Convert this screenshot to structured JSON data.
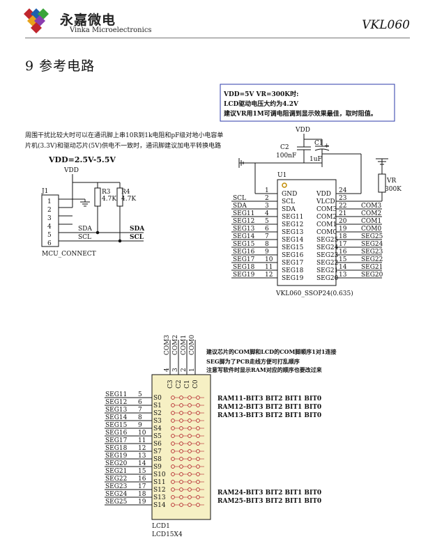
{
  "header": {
    "brand_cn": "永嘉微电",
    "brand_en": "Vinka Microelectronics",
    "model": "VKL060"
  },
  "section_title": "9 参考电路",
  "note_box": [
    "VDD=5V VR=300K时:",
    "LCD驱动电压大约为4.2V",
    "建议VR用1M可调电阻调到显示效果最佳，取时阻值。"
  ],
  "mcu_note": [
    "周围干扰比较大时可以在通讯脚上串10R到1k电阻和pF级对地小电容单",
    "片机(3.3V)和驱动芯片(5V)供电不一致时，通讯脚建议加电平转换电路"
  ],
  "vdd_range": "VDD=2.5V-5.5V",
  "mcu": {
    "vdd": "VDD",
    "j1": "J1",
    "pins": [
      "1",
      "2",
      "3",
      "4",
      "5",
      "6"
    ],
    "name": "MCU_CONNECT",
    "r3": "R3",
    "r3v": "4.7K",
    "r4": "R4",
    "r4v": "4.7K",
    "sda_in": "SDA",
    "scl_in": "SCL",
    "sda_out": "SDA",
    "scl_out": "SCL"
  },
  "ic": {
    "vdd": "VDD",
    "c2": "C2",
    "c2v": "100nF",
    "c1": "C1",
    "c1v": "1uF",
    "plus": "+",
    "u1": "U1",
    "part": "VKL060_SSOP24(0.635)",
    "vr": "VR",
    "vrv": "300K",
    "left_nets": [
      "",
      "SCL",
      "SDA",
      "SEG11",
      "SEG12",
      "SEG13",
      "SEG14",
      "SEG15",
      "SEG16",
      "SEG17",
      "SEG18",
      "SEG19"
    ],
    "left_nums": [
      "1",
      "2",
      "3",
      "4",
      "5",
      "6",
      "7",
      "8",
      "9",
      "10",
      "11",
      "12"
    ],
    "left_pins": [
      "GND",
      "SCL",
      "SDA",
      "SEG11",
      "SEG12",
      "SEG13",
      "SEG14",
      "SEG15",
      "SEG16",
      "SEG17",
      "SEG18",
      "SEG19"
    ],
    "right_pins": [
      "VDD",
      "VLCD",
      "COM3",
      "COM2",
      "COM1",
      "COM0",
      "SEG25",
      "SEG24",
      "SEG23",
      "SEG22",
      "SEG21",
      "SEG20"
    ],
    "right_nums": [
      "24",
      "23",
      "22",
      "21",
      "20",
      "19",
      "18",
      "17",
      "16",
      "15",
      "14",
      "13"
    ],
    "right_nets": [
      "",
      "",
      "COM3",
      "COM2",
      "COM1",
      "COM0",
      "SEG25",
      "SEG24",
      "SEG23",
      "SEG22",
      "SEG21",
      "SEG20"
    ]
  },
  "lcd": {
    "coms": [
      "COM3",
      "COM2",
      "COM1",
      "COM0"
    ],
    "com_nums": [
      "4",
      "3",
      "2",
      "1"
    ],
    "c_labels": [
      "C3",
      "C2",
      "C1",
      "C0"
    ],
    "segs": [
      "SEG11",
      "SEG12",
      "SEG13",
      "SEG14",
      "SEG15",
      "SEG16",
      "SEG17",
      "SEG18",
      "SEG19",
      "SEG20",
      "SEG21",
      "SEG22",
      "SEG23",
      "SEG24",
      "SEG25"
    ],
    "nums": [
      "5",
      "6",
      "7",
      "8",
      "9",
      "10",
      "11",
      "12",
      "13",
      "14",
      "15",
      "16",
      "17",
      "18",
      "19"
    ],
    "s_labels": [
      "S0",
      "S1",
      "S2",
      "S3",
      "S4",
      "S5",
      "S6",
      "S7",
      "S8",
      "S9",
      "S10",
      "S11",
      "S12",
      "S13",
      "S14"
    ],
    "name1": "LCD1",
    "name2": "LCD15X4",
    "notes": [
      "建议芯片的COM脚和LCD的COM脚顺序1对1连接",
      "SEG脚为了PCB走线方便可打乱顺序",
      "注意写软件时显示RAM对应的顺序也要改过来"
    ],
    "ram_top": [
      "RAM11-BIT3  BIT2  BIT1  BIT0",
      "RAM12-BIT3  BIT2  BIT1  BIT0",
      "RAM13-BIT3  BIT2  BIT1  BIT0"
    ],
    "ram_bottom": [
      "RAM24-BIT3  BIT2  BIT1  BIT0",
      "RAM25-BIT3  BIT2  BIT1  BIT0"
    ]
  },
  "colors": {
    "box": "#2b3aa8",
    "logo": [
      "#c0262d",
      "#1f5fae",
      "#3aa43a",
      "#e8a21b",
      "#8a3db0"
    ],
    "lcd_fill": "#f6f0c4"
  }
}
